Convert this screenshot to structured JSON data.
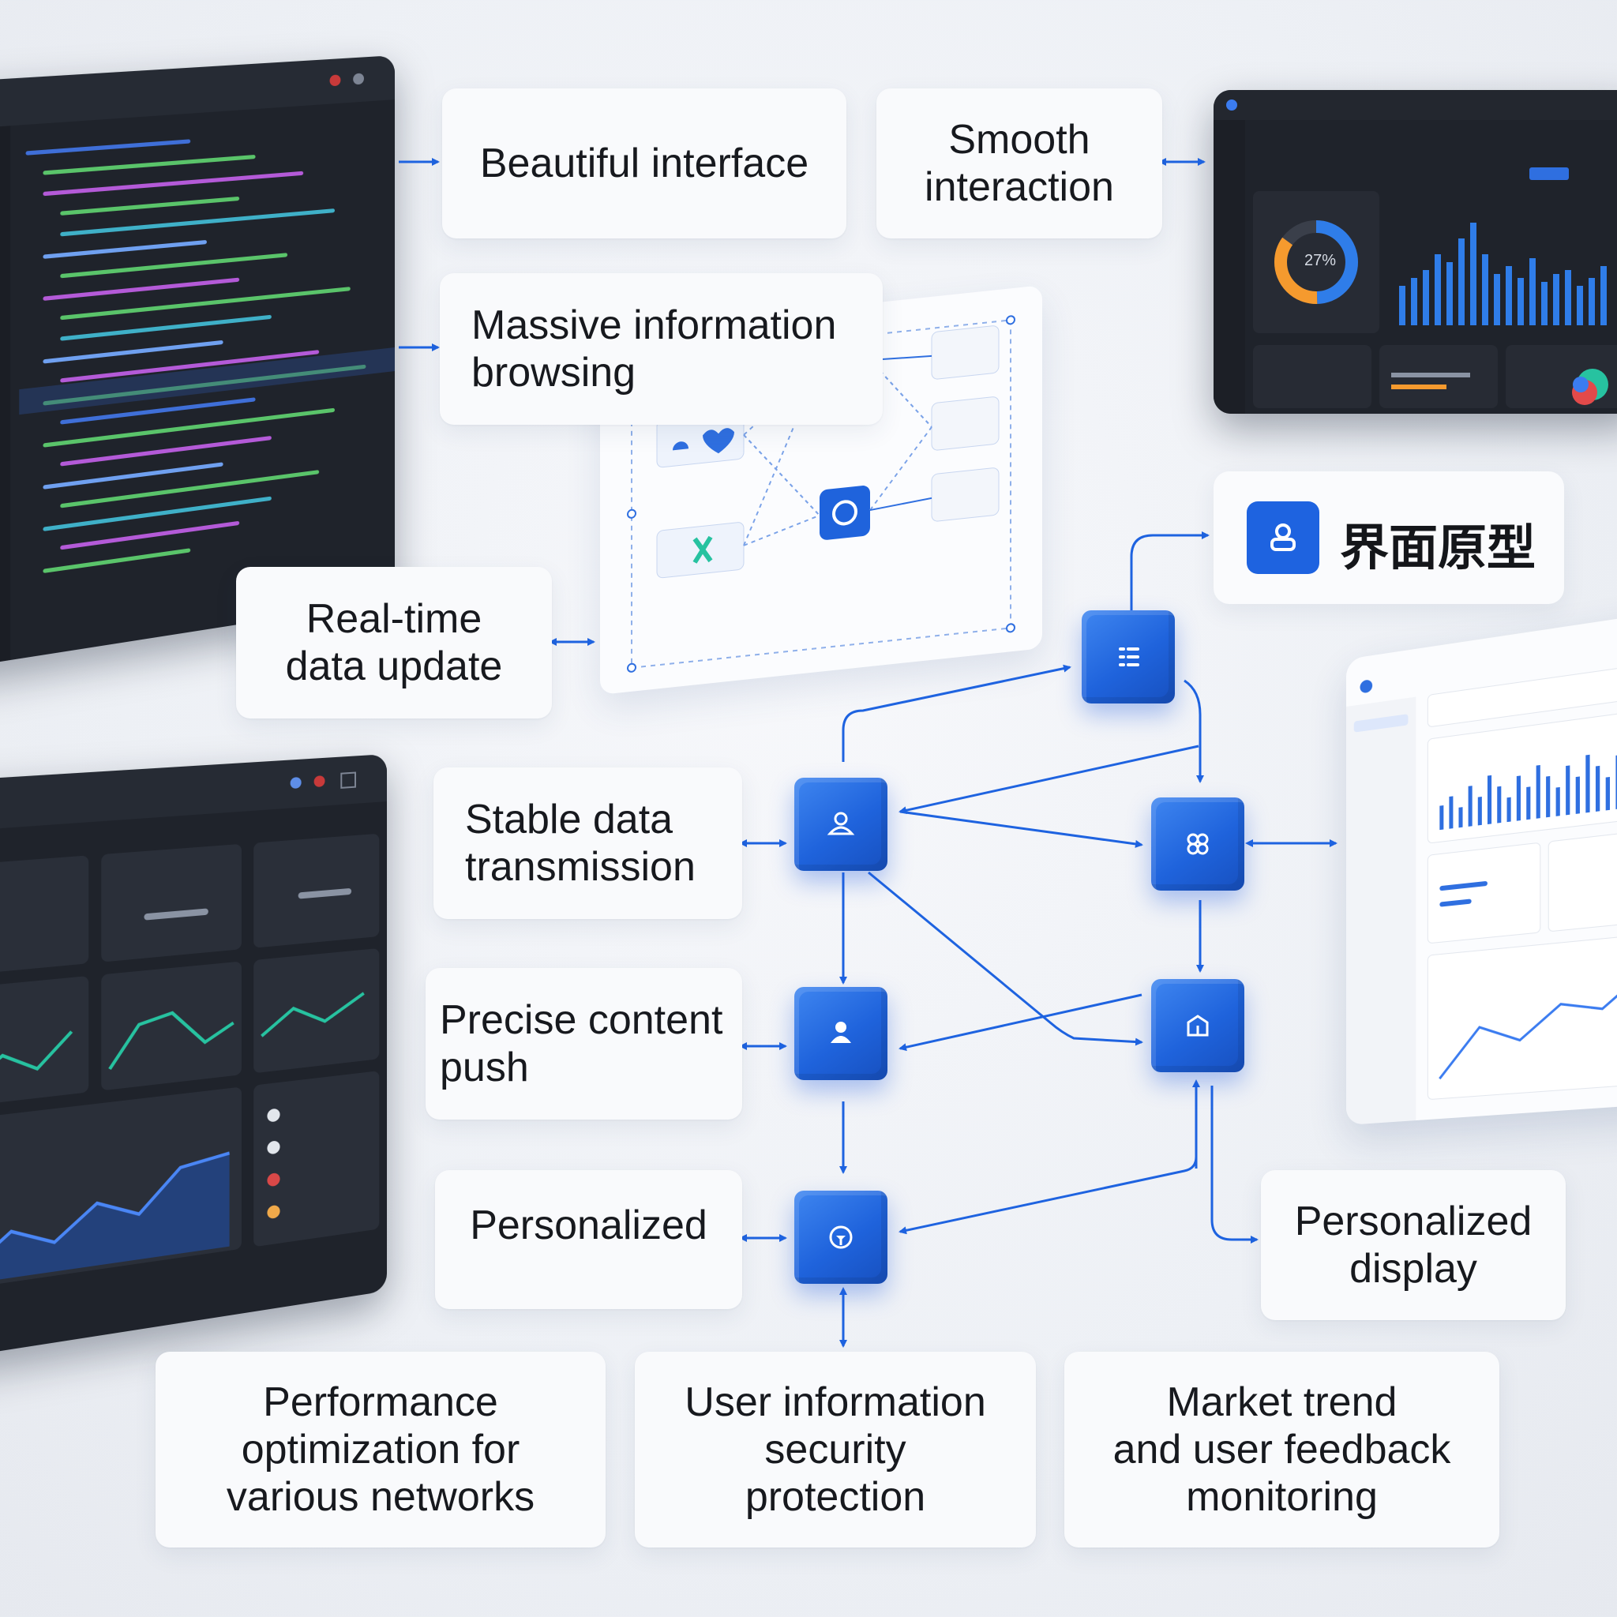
{
  "features": {
    "beautiful_interface": "Beautiful interface",
    "smooth_interaction": "Smooth\ninteraction",
    "massive_information": "Massive information\nbrowsing",
    "realtime_update": "Real-time\ndata update",
    "stable_transmission": "Stable data\ntransmission",
    "precise_push": "Precise content\npush",
    "personalized": "Personalized",
    "personalized_display": "Personalized\ndisplay",
    "performance_optimization": "Performance\noptimization for\nvarious networks",
    "security_protection": "User information\nsecurity\nprotection",
    "market_monitoring": "Market trend\nand user feedback\nmonitoring"
  },
  "prototype": {
    "title": "界面原型",
    "icon": "user-icon"
  },
  "dashboard_top_right": {
    "donut_label": "27%"
  },
  "colors": {
    "accent": "#1e63e0",
    "dark_panel": "#1f232b",
    "card_bg": "#f9fafc",
    "orange": "#f59a2e"
  }
}
